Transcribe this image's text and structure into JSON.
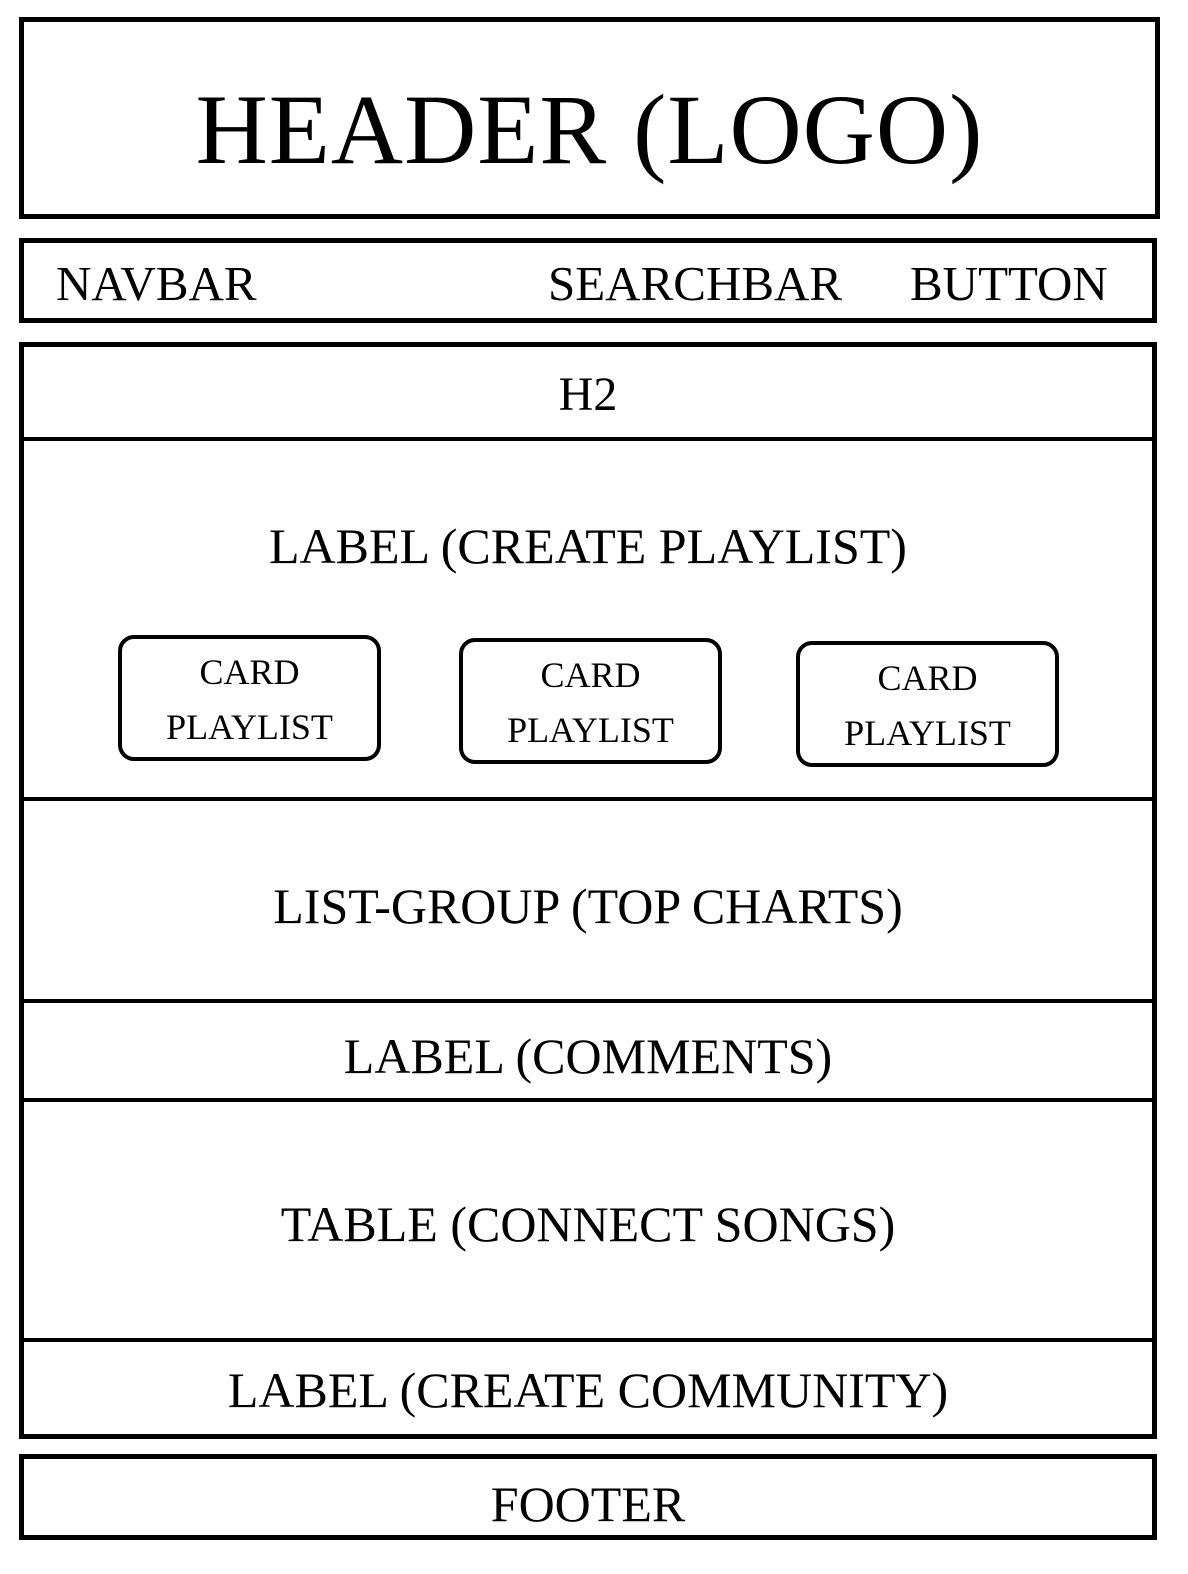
{
  "header": {
    "label": "HEADER (LOGO)"
  },
  "navbar": {
    "nav_label": "NAVBAR",
    "search_label": "SEARCHBAR",
    "button_label": "BUTTON"
  },
  "main": {
    "h2_label": "H2",
    "create_playlist_label": "LABEL (CREATE PLAYLIST)",
    "cards": [
      {
        "line1": "CARD",
        "line2": "PLAYLIST"
      },
      {
        "line1": "CARD",
        "line2": "PLAYLIST"
      },
      {
        "line1": "CARD",
        "line2": "PLAYLIST"
      }
    ],
    "list_group_label": "LIST-GROUP (TOP CHARTS)",
    "comments_label": "LABEL (COMMENTS)",
    "table_label": "TABLE (CONNECT SONGS)",
    "community_label": "LABEL (CREATE COMMUNITY)"
  },
  "footer": {
    "label": "FOOTER"
  }
}
